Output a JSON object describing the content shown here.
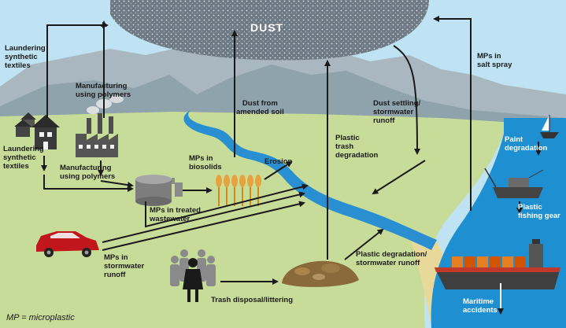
{
  "diagram": {
    "cloud_label": "DUST",
    "legend": "MP = microplastic",
    "labels": {
      "laundering_top": "Laundering\nsynthetic\ntextiles",
      "manufacturing_top": "Manufacturing\nusing polymers",
      "laundering_bottom": "Laundering\nsynthetic\ntextiles",
      "manufacturing_bottom": "Manufacturing\nusing polymers",
      "dust_amended_soil": "Dust from\namended soil",
      "mps_biosolids": "MPs in\nbiosolids",
      "erosion": "Erosion",
      "mps_treated_wastewater": "MPs in treated\nwastewater",
      "plastic_trash_degradation": "Plastic\ntrash\ndegradation",
      "dust_settling": "Dust settling/\nstormwater\nrunoff",
      "mps_salt_spray": "MPs in\nsalt spray",
      "paint_degradation": "Paint\ndegradation",
      "plastic_fishing_gear": "Plastic\nfishing gear",
      "mps_stormwater": "MPs in\nstormwater\nrunoff",
      "plastic_degradation_stormwater": "Plastic degradation/\nstormwater runoff",
      "trash_disposal": "Trash disposal/littering",
      "maritime_accidents": "Maritime\naccidents"
    },
    "colors": {
      "sky": "#bfe3f3",
      "land": "#c8dc9a",
      "mountain": "#8fa3ad",
      "sea": "#1e8fd0",
      "river": "#2a8fd0",
      "cloud": "#6d7a85",
      "arrow": "#1a1a1a",
      "car": "#c0161c"
    }
  }
}
